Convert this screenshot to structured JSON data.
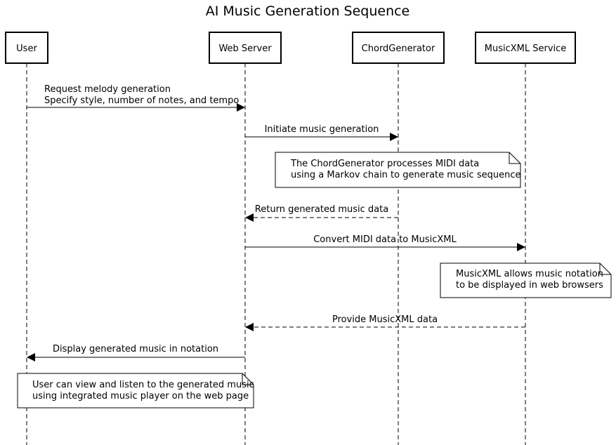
{
  "diagram": {
    "title": "AI Music Generation Sequence",
    "participants": [
      {
        "id": "user",
        "label": "User"
      },
      {
        "id": "web",
        "label": "Web Server"
      },
      {
        "id": "chord",
        "label": "ChordGenerator"
      },
      {
        "id": "xml",
        "label": "MusicXML Service"
      }
    ],
    "messages": [
      {
        "from": "user",
        "to": "web",
        "style": "solid",
        "lines": [
          "Request melody generation",
          "Specify style, number of notes, and tempo"
        ]
      },
      {
        "from": "web",
        "to": "chord",
        "style": "solid",
        "lines": [
          "Initiate music generation"
        ]
      },
      {
        "from": "chord",
        "to": "web",
        "style": "dashed",
        "lines": [
          "Return generated music data"
        ]
      },
      {
        "from": "web",
        "to": "xml",
        "style": "solid",
        "lines": [
          "Convert MIDI data to MusicXML"
        ]
      },
      {
        "from": "xml",
        "to": "web",
        "style": "dashed",
        "lines": [
          "Provide MusicXML data"
        ]
      },
      {
        "from": "web",
        "to": "user",
        "style": "solid",
        "lines": [
          "Display generated music in notation"
        ]
      }
    ],
    "notes": [
      {
        "lines": [
          "The ChordGenerator processes MIDI data",
          "using a Markov chain to generate music sequence"
        ]
      },
      {
        "lines": [
          "MusicXML allows music notation",
          "to be displayed in web browsers"
        ]
      },
      {
        "lines": [
          "User can view and listen to the generated music",
          "using integrated music player on the web page"
        ]
      }
    ]
  }
}
